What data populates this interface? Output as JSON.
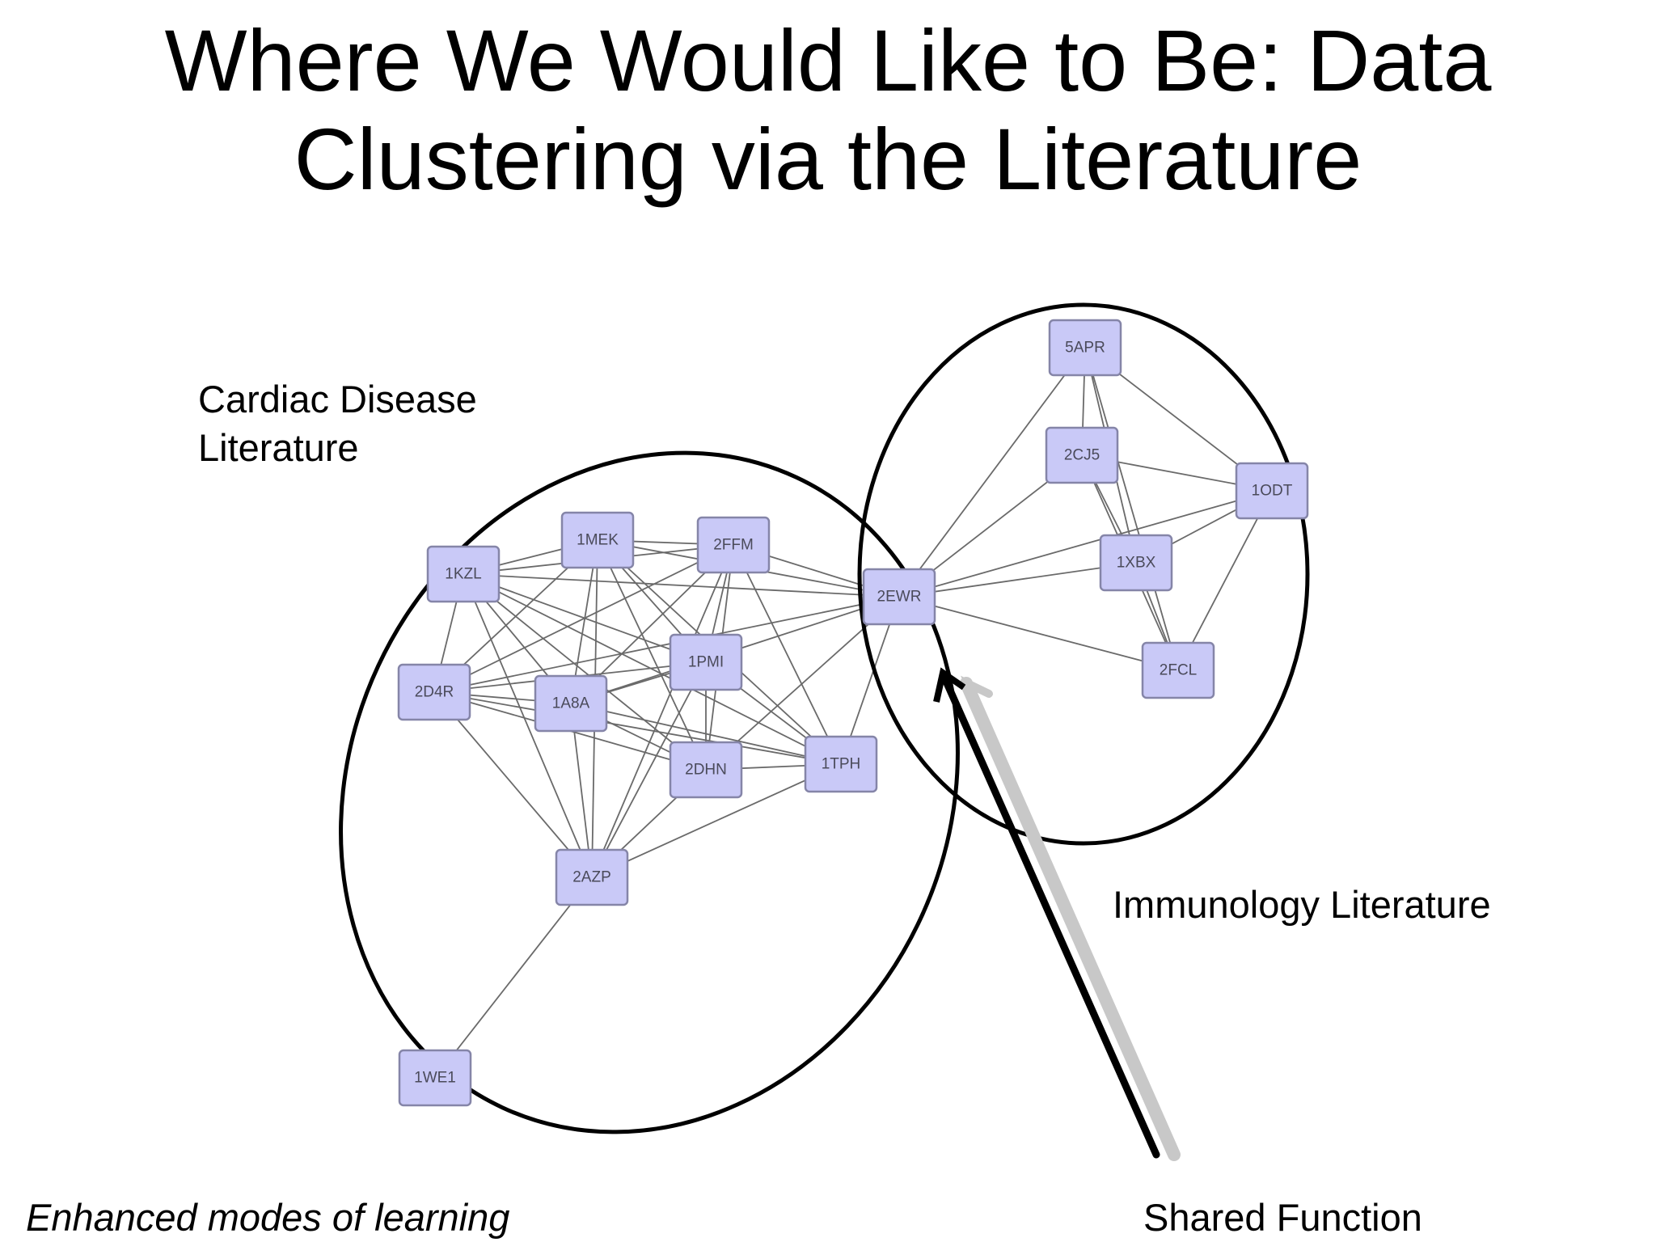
{
  "slide": {
    "title_line1": "Where We Would Like to Be: Data",
    "title_line2": "Clustering via the Literature"
  },
  "labels": {
    "cardiac_line1": "Cardiac Disease",
    "cardiac_line2": "Literature",
    "immunology": "Immunology Literature",
    "enhanced": "Enhanced modes of learning",
    "shared": "Shared Function"
  },
  "colors": {
    "node_fill": "#c9c9f7",
    "node_stroke": "#8585a8",
    "edge": "#6a6a6a",
    "ellipse": "#000000",
    "arrow_shadow": "#c8c8c8"
  },
  "nodes": [
    {
      "id": "1KZL",
      "label": "1KZL"
    },
    {
      "id": "1MEK",
      "label": "1MEK"
    },
    {
      "id": "2FFM",
      "label": "2FFM"
    },
    {
      "id": "2D4R",
      "label": "2D4R"
    },
    {
      "id": "1A8A",
      "label": "1A8A"
    },
    {
      "id": "1PMI",
      "label": "1PMI"
    },
    {
      "id": "2DHN",
      "label": "2DHN"
    },
    {
      "id": "1TPH",
      "label": "1TPH"
    },
    {
      "id": "2AZP",
      "label": "2AZP"
    },
    {
      "id": "1WE1",
      "label": "1WE1"
    },
    {
      "id": "2EWR",
      "label": "2EWR"
    },
    {
      "id": "5APR",
      "label": "5APR"
    },
    {
      "id": "2CJ5",
      "label": "2CJ5"
    },
    {
      "id": "1ODT",
      "label": "1ODT"
    },
    {
      "id": "1XBX",
      "label": "1XBX"
    },
    {
      "id": "2FCL",
      "label": "2FCL"
    }
  ],
  "edges": [
    [
      "1KZL",
      "1MEK"
    ],
    [
      "1KZL",
      "2FFM"
    ],
    [
      "1KZL",
      "2D4R"
    ],
    [
      "1KZL",
      "1A8A"
    ],
    [
      "1KZL",
      "1PMI"
    ],
    [
      "1KZL",
      "2DHN"
    ],
    [
      "1KZL",
      "1TPH"
    ],
    [
      "1KZL",
      "2AZP"
    ],
    [
      "1KZL",
      "2EWR"
    ],
    [
      "1MEK",
      "2FFM"
    ],
    [
      "1MEK",
      "2D4R"
    ],
    [
      "1MEK",
      "1A8A"
    ],
    [
      "1MEK",
      "1PMI"
    ],
    [
      "1MEK",
      "2DHN"
    ],
    [
      "1MEK",
      "1TPH"
    ],
    [
      "1MEK",
      "2AZP"
    ],
    [
      "1MEK",
      "2EWR"
    ],
    [
      "2FFM",
      "2D4R"
    ],
    [
      "2FFM",
      "1A8A"
    ],
    [
      "2FFM",
      "1PMI"
    ],
    [
      "2FFM",
      "2DHN"
    ],
    [
      "2FFM",
      "1TPH"
    ],
    [
      "2FFM",
      "2AZP"
    ],
    [
      "2FFM",
      "2EWR"
    ],
    [
      "2D4R",
      "1A8A"
    ],
    [
      "2D4R",
      "1PMI"
    ],
    [
      "2D4R",
      "2DHN"
    ],
    [
      "2D4R",
      "1TPH"
    ],
    [
      "2D4R",
      "2AZP"
    ],
    [
      "2D4R",
      "2EWR"
    ],
    [
      "1A8A",
      "1PMI"
    ],
    [
      "1A8A",
      "2DHN"
    ],
    [
      "1A8A",
      "1TPH"
    ],
    [
      "1A8A",
      "2AZP"
    ],
    [
      "1A8A",
      "2EWR"
    ],
    [
      "1PMI",
      "2DHN"
    ],
    [
      "1PMI",
      "1TPH"
    ],
    [
      "1PMI",
      "2AZP"
    ],
    [
      "2DHN",
      "1TPH"
    ],
    [
      "2DHN",
      "2AZP"
    ],
    [
      "2DHN",
      "2EWR"
    ],
    [
      "1TPH",
      "2AZP"
    ],
    [
      "1TPH",
      "2EWR"
    ],
    [
      "2AZP",
      "1WE1"
    ],
    [
      "2EWR",
      "5APR"
    ],
    [
      "2EWR",
      "2CJ5"
    ],
    [
      "2EWR",
      "1ODT"
    ],
    [
      "2EWR",
      "1XBX"
    ],
    [
      "2EWR",
      "2FCL"
    ],
    [
      "5APR",
      "2CJ5"
    ],
    [
      "5APR",
      "1ODT"
    ],
    [
      "5APR",
      "1XBX"
    ],
    [
      "5APR",
      "2FCL"
    ],
    [
      "2CJ5",
      "1ODT"
    ],
    [
      "2CJ5",
      "1XBX"
    ],
    [
      "2CJ5",
      "2FCL"
    ],
    [
      "1ODT",
      "1XBX"
    ],
    [
      "1ODT",
      "2FCL"
    ],
    [
      "1XBX",
      "2FCL"
    ]
  ]
}
